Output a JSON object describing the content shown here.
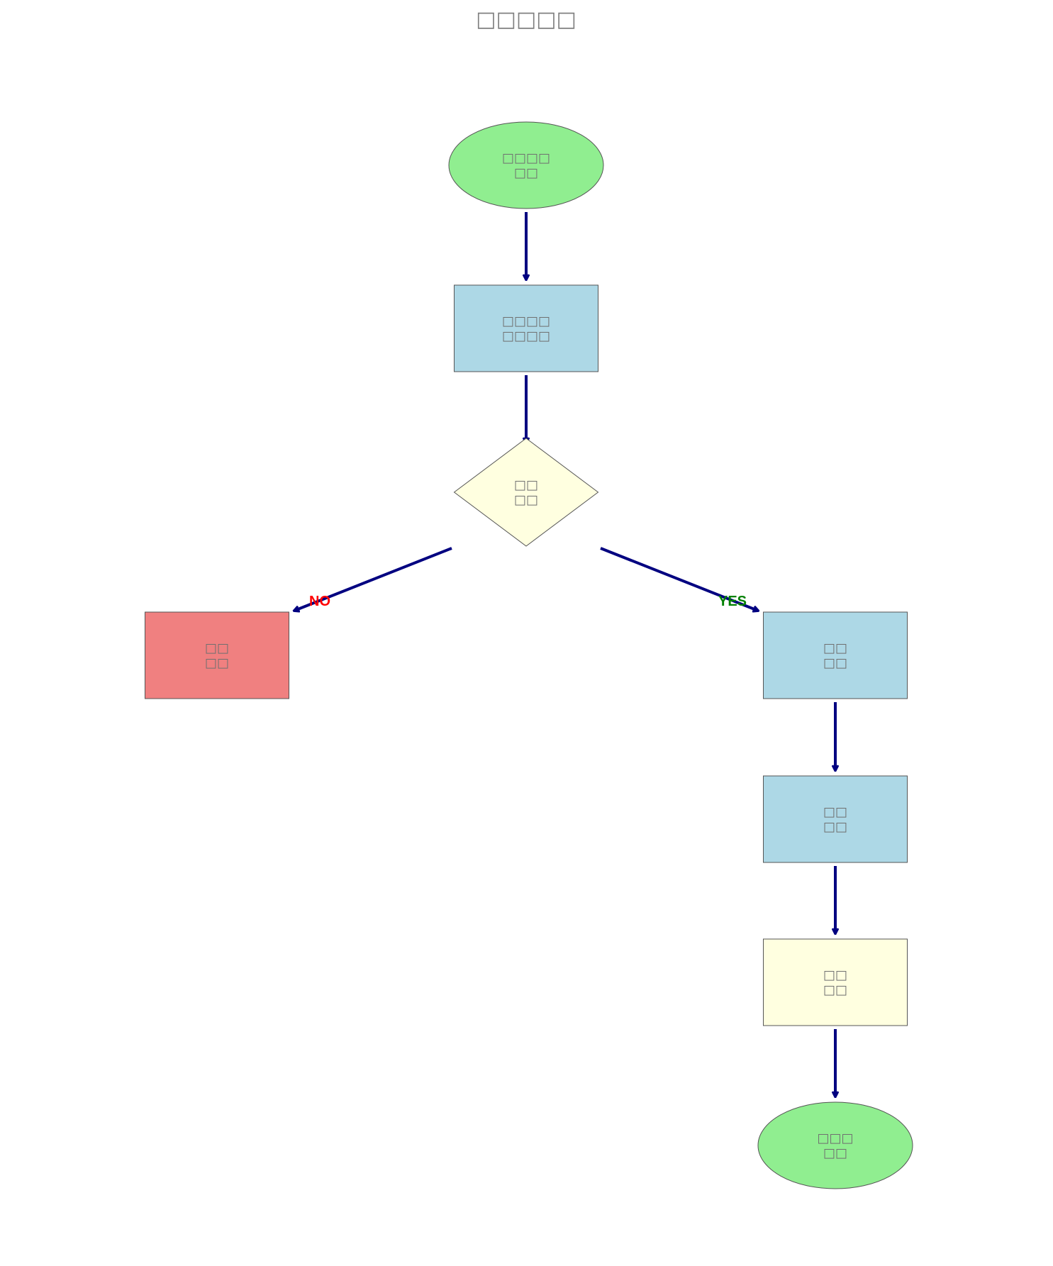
{
  "title": "□□□□□",
  "nodes": [
    {
      "id": "start",
      "shape": "ellipse",
      "fill": "#90ee90",
      "lines": [
        "□□□□",
        "□□"
      ]
    },
    {
      "id": "input",
      "shape": "rect",
      "fill": "#add8e6",
      "lines": [
        "□□□□",
        "□□□□"
      ]
    },
    {
      "id": "decision",
      "shape": "diamond",
      "fill": "#ffffe0",
      "lines": [
        "□□",
        "□□"
      ]
    },
    {
      "id": "reject",
      "shape": "rect",
      "fill": "#f08080",
      "lines": [
        "□□",
        "□□"
      ]
    },
    {
      "id": "process-1",
      "shape": "rect",
      "fill": "#add8e6",
      "lines": [
        "□□",
        "□□"
      ]
    },
    {
      "id": "process-2",
      "shape": "rect",
      "fill": "#add8e6",
      "lines": [
        "□□",
        "□□"
      ]
    },
    {
      "id": "process-3",
      "shape": "rect",
      "fill": "#ffffe0",
      "lines": [
        "□□",
        "□□"
      ]
    },
    {
      "id": "end",
      "shape": "ellipse",
      "fill": "#90ee90",
      "lines": [
        "□□□",
        "□□"
      ]
    }
  ],
  "edges": [
    {
      "from": "start",
      "to": "input"
    },
    {
      "from": "input",
      "to": "decision"
    },
    {
      "from": "decision",
      "to": "reject",
      "label": "NO",
      "label_color": "#ff0000"
    },
    {
      "from": "decision",
      "to": "process-1",
      "label": "YES",
      "label_color": "#008000"
    },
    {
      "from": "process-1",
      "to": "process-2"
    },
    {
      "from": "process-2",
      "to": "process-3"
    },
    {
      "from": "process-3",
      "to": "end"
    }
  ],
  "colors": {
    "arrow": "#000080",
    "node_border": "#555555",
    "text": "#707070"
  }
}
